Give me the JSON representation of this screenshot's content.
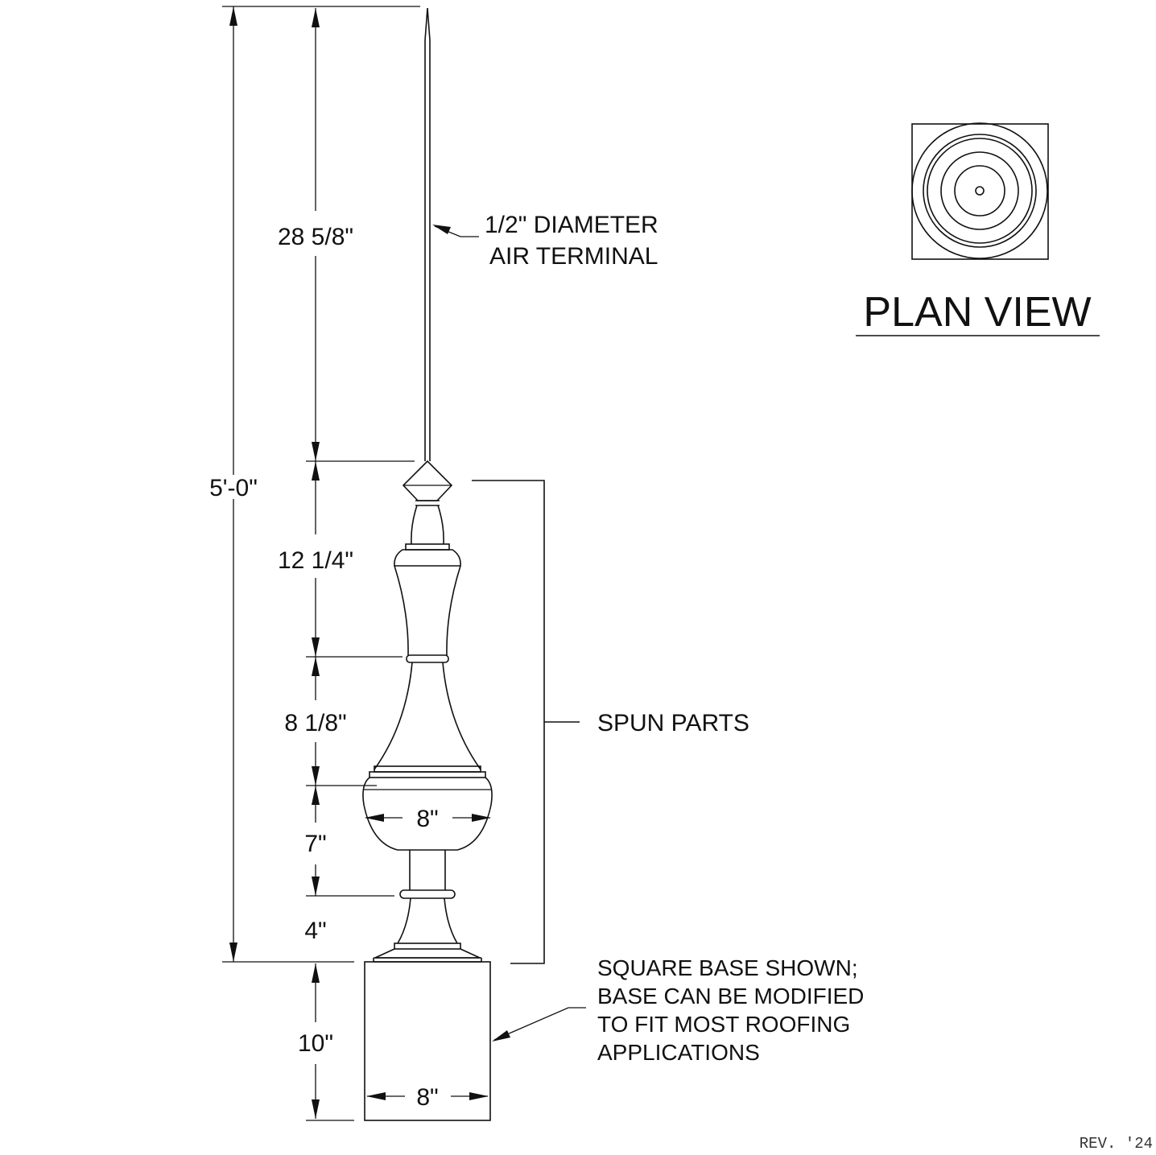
{
  "plan_view": {
    "title": "PLAN VIEW"
  },
  "callouts": {
    "air_terminal_line1": "1/2\" DIAMETER",
    "air_terminal_line2": "AIR TERMINAL",
    "spun_parts": "SPUN PARTS",
    "base_line1": "SQUARE BASE SHOWN;",
    "base_line2": "BASE CAN BE MODIFIED",
    "base_line3": "TO FIT MOST ROOFING",
    "base_line4": "APPLICATIONS"
  },
  "dimensions": {
    "overall": "5'-0\"",
    "air_terminal": "28 5/8\"",
    "upper_spun": "12 1/4\"",
    "middle_spun": "8 1/8\"",
    "ball": "7\"",
    "neck": "4\"",
    "base_height": "10\"",
    "ball_width": "8\"",
    "base_width": "8\""
  },
  "revision": "REV. '24"
}
